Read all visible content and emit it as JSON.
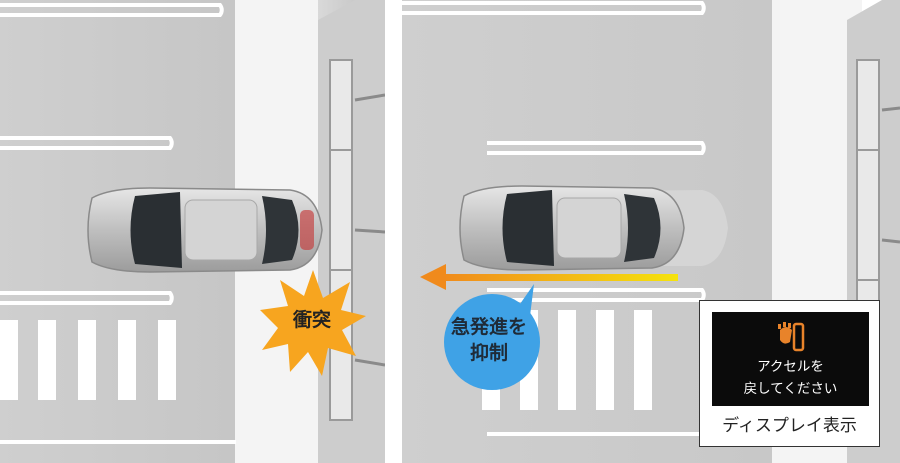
{
  "scene_left": {
    "collision_label": "衝突",
    "burst_color": "#f7a51f"
  },
  "scene_right": {
    "suppression_label_line1": "急発進を",
    "suppression_label_line2": "抑制",
    "bubble_color": "#3fa2e6",
    "arrow_color_start": "#f08a1c",
    "arrow_color_end": "#f5e30d"
  },
  "display": {
    "icon": "foot-on-pedal-warning-icon",
    "message_line1": "アクセルを",
    "message_line2": "戻してください",
    "caption": "ディスプレイ表示",
    "icon_color": "#e8832a"
  }
}
